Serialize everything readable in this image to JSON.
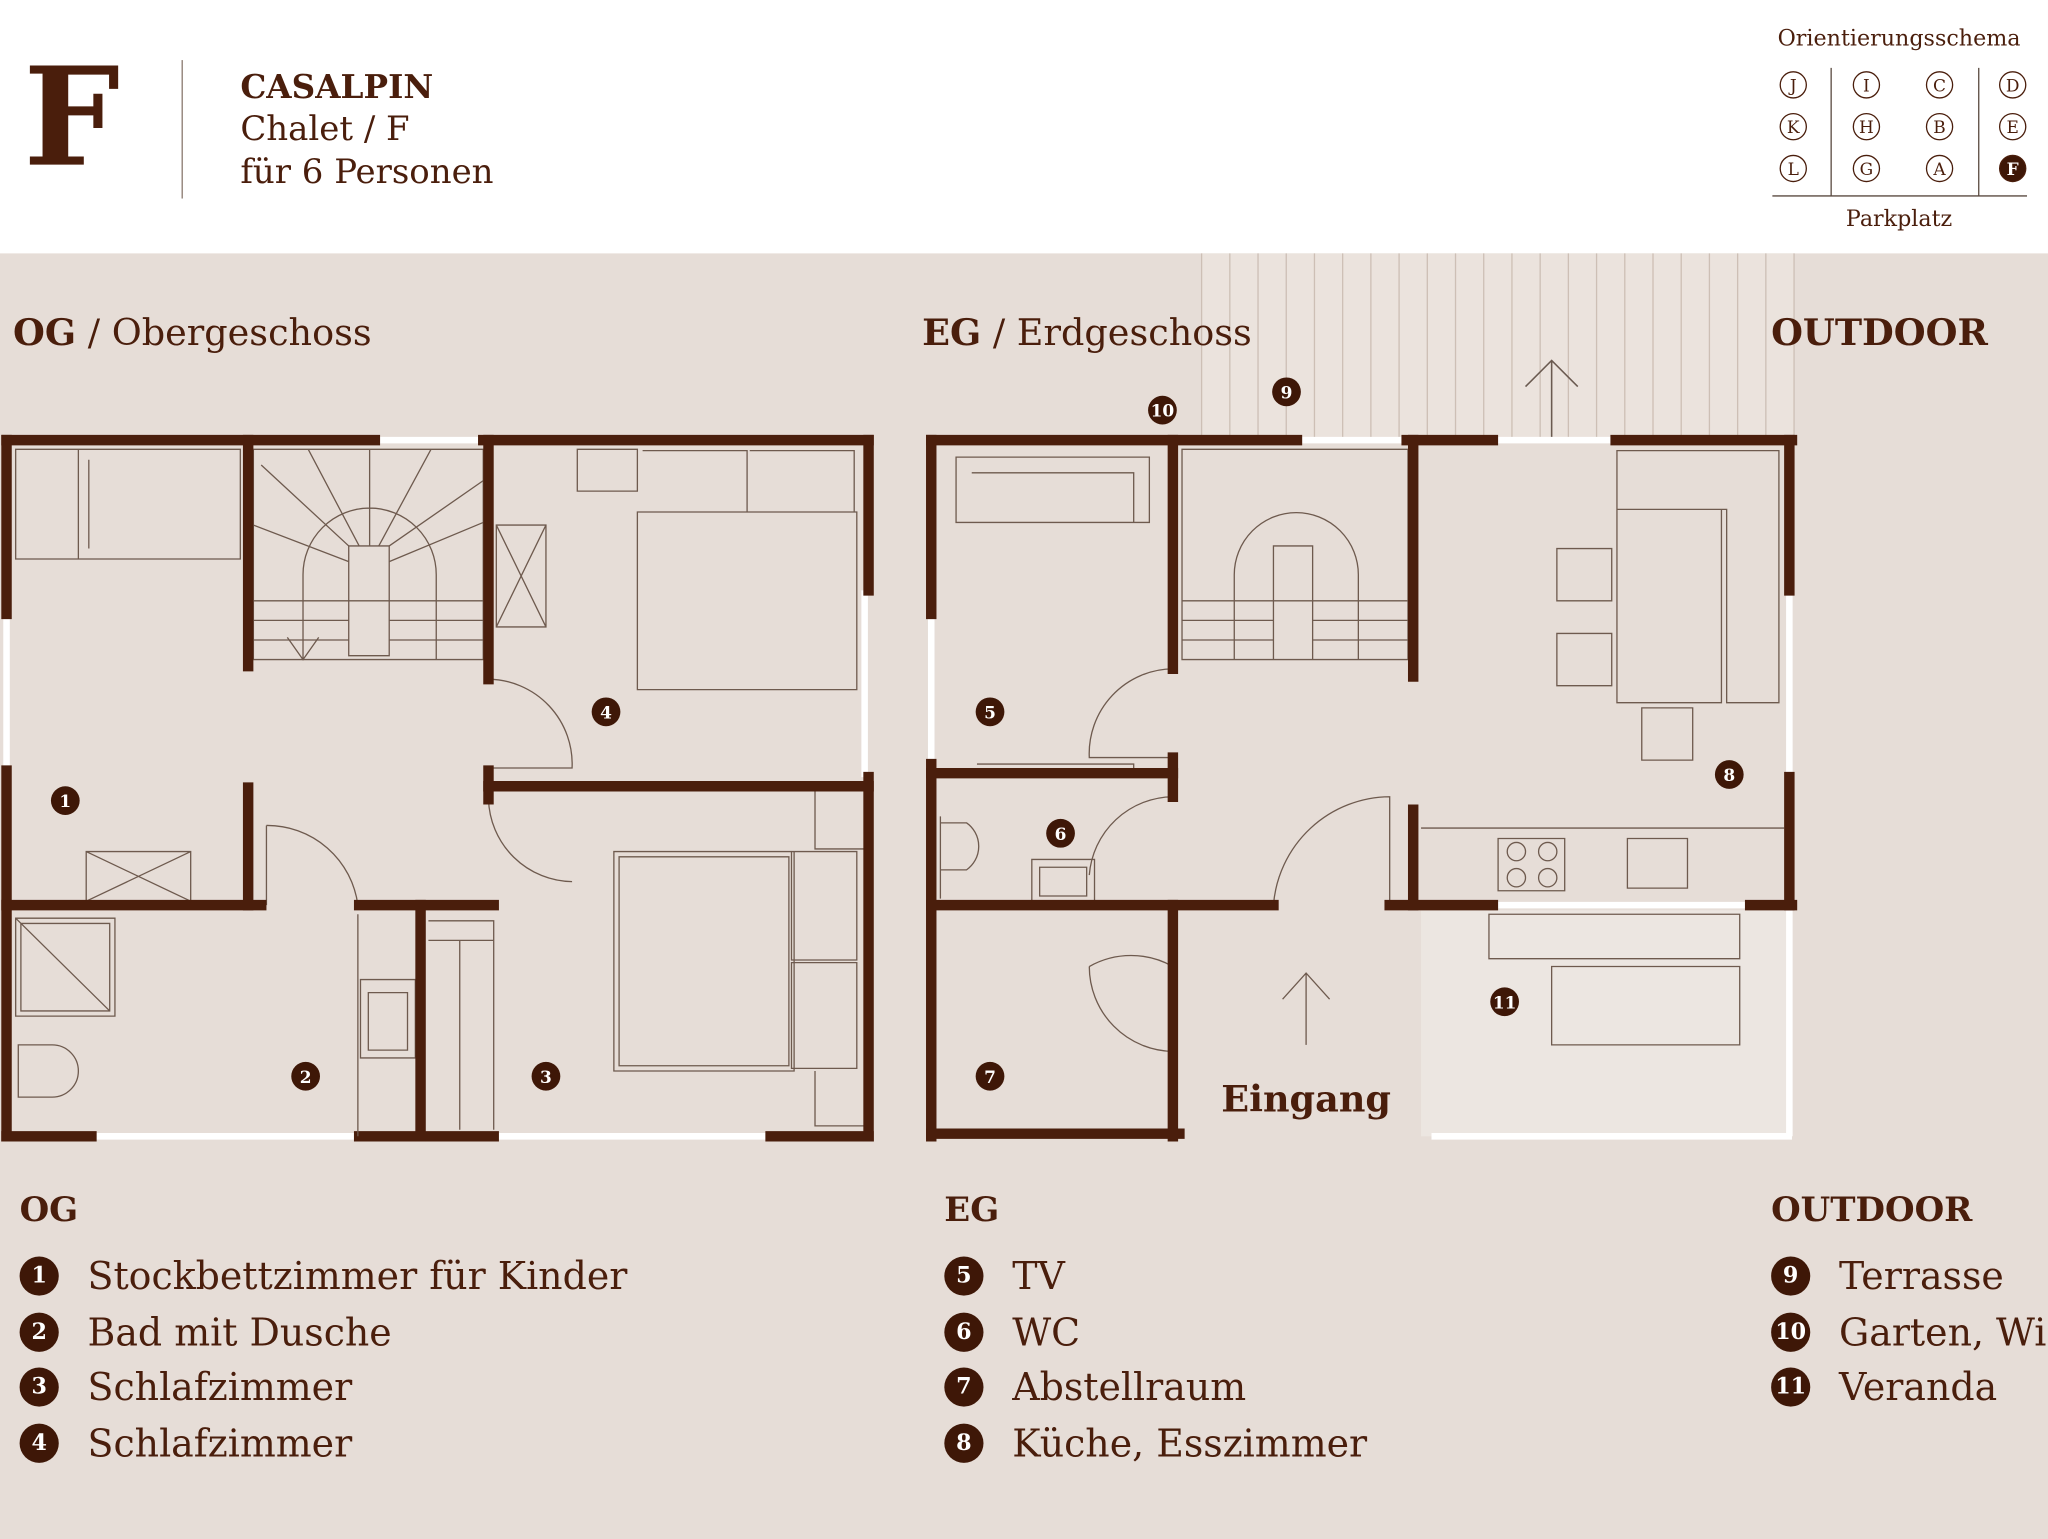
{
  "header": {
    "letter": "F",
    "brand": "CASALPIN",
    "subtitle": "Chalet / F",
    "capacity": "für 6 Personen"
  },
  "orientation": {
    "title": "Orientierungsschema",
    "rows": [
      [
        "J",
        "I",
        "C",
        "D"
      ],
      [
        "K",
        "H",
        "B",
        "E"
      ],
      [
        "L",
        "G",
        "A",
        "F"
      ]
    ],
    "highlighted": "F",
    "footer": "Parkplatz"
  },
  "sections": {
    "og": {
      "abbr": "OG",
      "sep": " / ",
      "name": "Obergeschoss"
    },
    "eg": {
      "abbr": "EG",
      "sep": " / ",
      "name": "Erdgeschoss"
    },
    "outdoor": {
      "name": "OUTDOOR"
    }
  },
  "plan": {
    "entrance": "Eingang",
    "markers": [
      "1",
      "2",
      "3",
      "4",
      "5",
      "6",
      "7",
      "8",
      "9",
      "10",
      "11"
    ]
  },
  "legend": {
    "og": {
      "title": "OG",
      "items": [
        {
          "n": "1",
          "label": "Stockbettzimmer für Kinder"
        },
        {
          "n": "2",
          "label": "Bad mit Dusche"
        },
        {
          "n": "3",
          "label": "Schlafzimmer"
        },
        {
          "n": "4",
          "label": "Schlafzimmer"
        }
      ]
    },
    "eg": {
      "title": "EG",
      "items": [
        {
          "n": "5",
          "label": "TV"
        },
        {
          "n": "6",
          "label": "WC"
        },
        {
          "n": "7",
          "label": "Abstellraum"
        },
        {
          "n": "8",
          "label": "Küche, Esszimmer"
        }
      ]
    },
    "outdoor": {
      "title": "OUTDOOR",
      "items": [
        {
          "n": "9",
          "label": "Terrasse"
        },
        {
          "n": "10",
          "label": "Garten, Wies"
        },
        {
          "n": "11",
          "label": "Veranda"
        }
      ]
    }
  },
  "colors": {
    "wall": "#4a1e0c",
    "background": "#e6ddd7",
    "header": "#ffffff"
  }
}
